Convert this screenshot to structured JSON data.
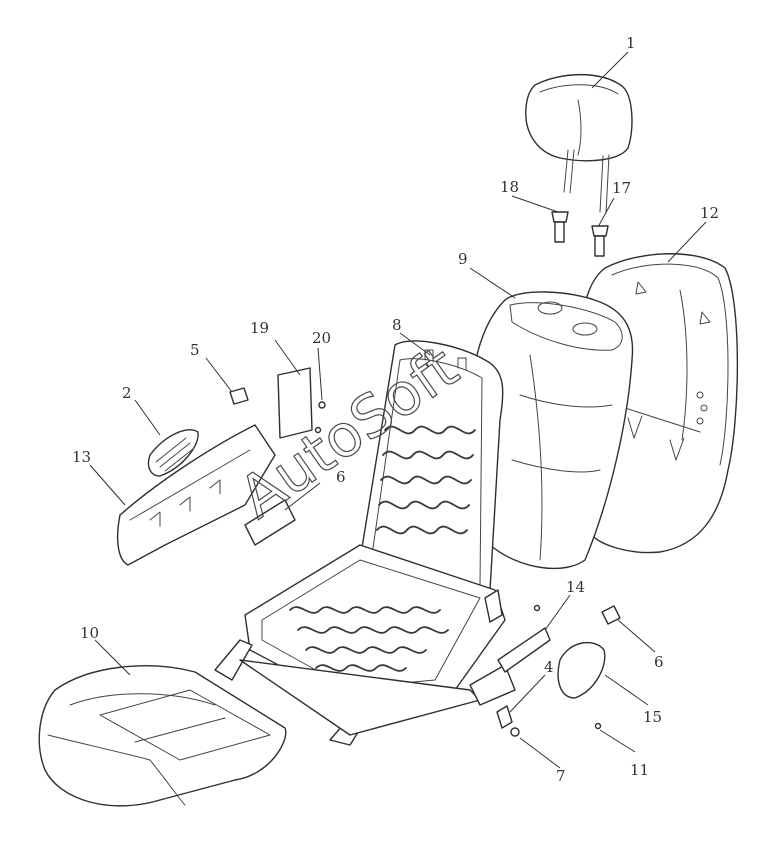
{
  "diagram": {
    "watermark": "AutoSoft",
    "callouts": {
      "c1": "1",
      "c2": "2",
      "c4": "4",
      "c5": "5",
      "c6a": "6",
      "c6b": "6",
      "c7": "7",
      "c8": "8",
      "c9": "9",
      "c10": "10",
      "c11": "11",
      "c12": "12",
      "c13": "13",
      "c14": "14",
      "c15": "15",
      "c17": "17",
      "c18": "18",
      "c19": "19",
      "c20": "20"
    },
    "colors": {
      "line": "#2f2f2f",
      "background": "#ffffff"
    }
  }
}
